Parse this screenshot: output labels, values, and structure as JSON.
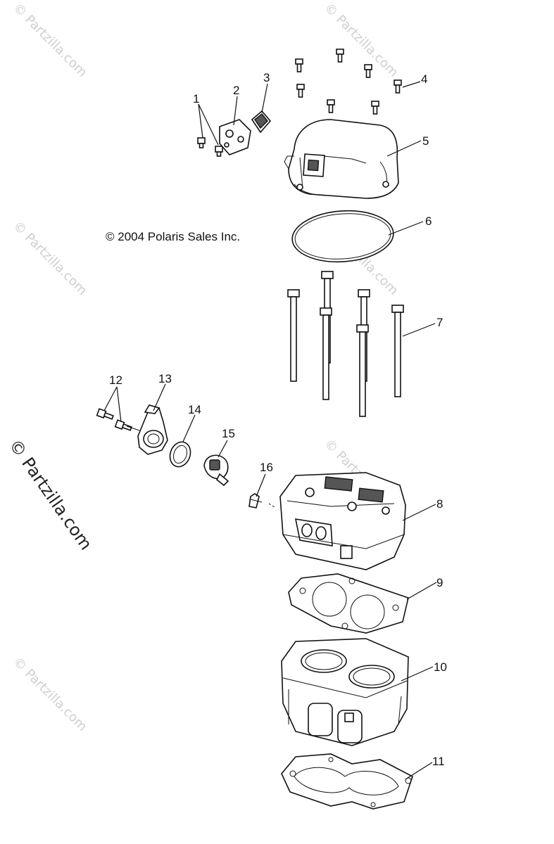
{
  "copyright": "© 2004 Polaris Sales Inc.",
  "watermark": "© Partzilla.com",
  "callouts": [
    "1",
    "2",
    "3",
    "4",
    "5",
    "6",
    "7",
    "8",
    "9",
    "10",
    "11",
    "12",
    "13",
    "14",
    "15",
    "16"
  ]
}
